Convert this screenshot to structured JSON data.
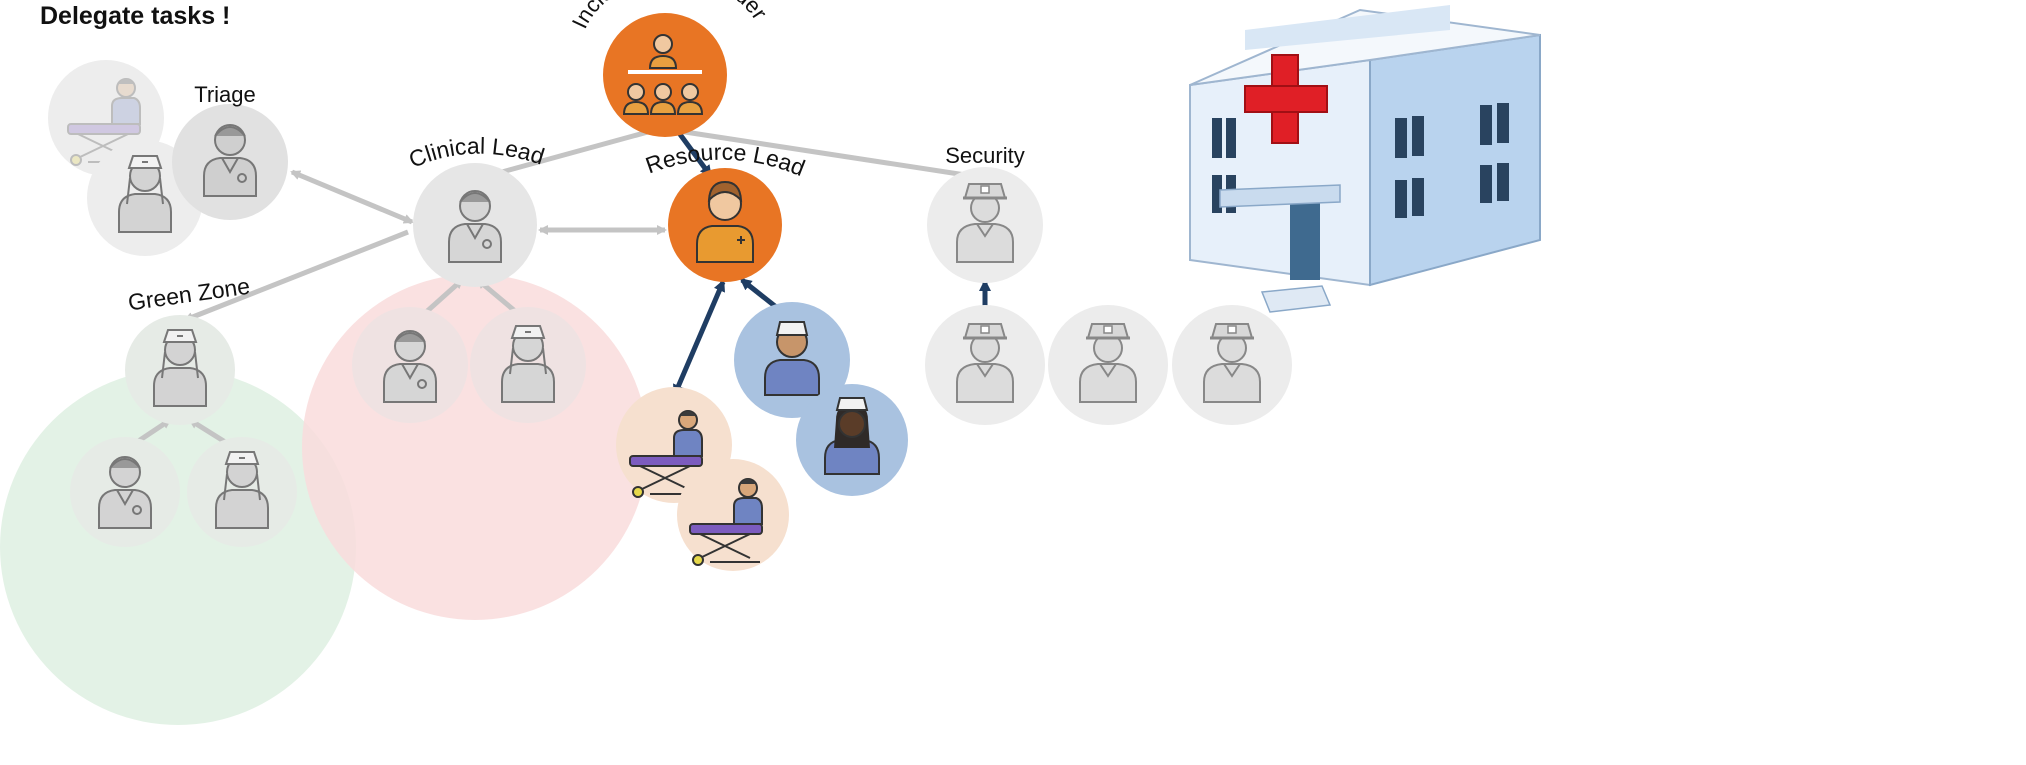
{
  "heading": "Delegate tasks !",
  "roles": {
    "incident_commander": "Incident Commander",
    "triage": "Triage",
    "clinical_lead": "Clinical Lead",
    "resource_lead": "Resource Lead",
    "security": "Security",
    "green_zone": "Green Zone"
  },
  "colors": {
    "commander": "#e87524",
    "resource_team": "#a9c2e0",
    "patients": "#f6e0cf",
    "inactive": "#e6e6e6",
    "green_zone": "#e3f2e6",
    "clinical_zone": "#f9dcdc",
    "active_arrow": "#1f3d63",
    "inactive_arrow": "#c4c4c4"
  },
  "icons": [
    "hospital-building-icon",
    "doctor-icon",
    "nurse-icon",
    "patient-stretcher-icon",
    "security-guard-icon",
    "commander-icon"
  ]
}
